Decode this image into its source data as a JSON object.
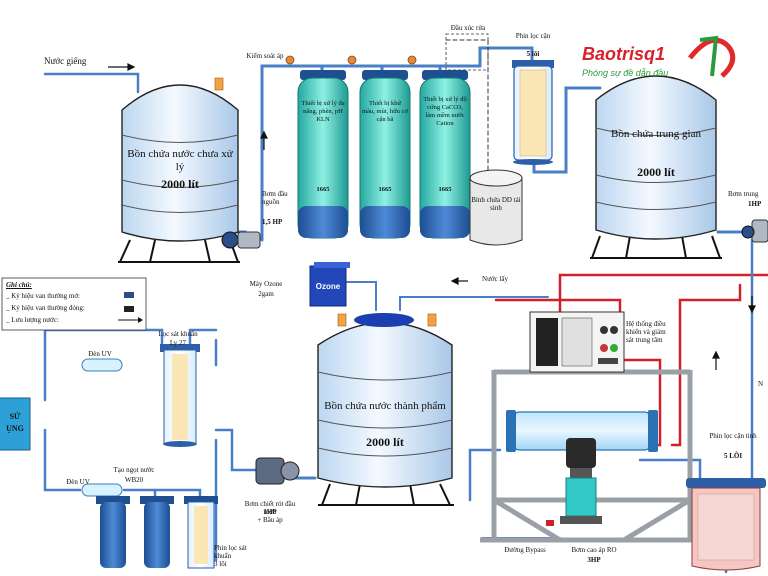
{
  "brand": {
    "name": "Baotrisq1",
    "slogan": "Phóng sự đề dẫn đầu"
  },
  "inputs": {
    "well_water": "Nước giếng",
    "pressure_check": "Kiểm soát áp",
    "backwash_head": "Đầu xúc rửa"
  },
  "tanks": {
    "raw": {
      "title": "Bồn chứa nước chưa xử lý",
      "capacity": "2000 lít"
    },
    "intermediate": {
      "title": "Bồn chứa trung gian",
      "capacity": "2000 lít"
    },
    "product": {
      "title": "Bồn chứa nước thành phẩm",
      "capacity": "2000 lít"
    }
  },
  "columns": [
    {
      "text": "Thiết bị xử lý đa năng, phèn, pH KLN",
      "code": "1665"
    },
    {
      "text": "Thiết bị khử màu, mùi, hữu cơ cặn bã",
      "code": "1665"
    },
    {
      "text": "Thiết bị xử lý độ cứng CaCO3, làm mềm nước Cation",
      "code": "1665"
    }
  ],
  "filters": {
    "f5_top": {
      "label": "Phin lọc cặn",
      "size": "5 lõi"
    },
    "f5_right": {
      "label": "Phin lọc cặn tinh",
      "size": "5 LÕI"
    },
    "f3_bottom": {
      "label": "Phin lọc sát khuẩn",
      "size": "3 lõi"
    }
  },
  "regeneration_tank": "Bình chứa DD tái sinh",
  "pumps": {
    "source": {
      "label": "Bơm đầu nguồn",
      "power": "1,5 HP"
    },
    "intermediate": {
      "label": "Bơm trung",
      "power": "1HP"
    },
    "outlet": {
      "label": "Bơm chiết rót đầu mơn",
      "power": "1HP",
      "extra": "+ Bầu áp"
    },
    "ro": {
      "label": "Bơm cao áp RO",
      "power": "3HP"
    }
  },
  "ozone": {
    "machine": "Máy Ozone",
    "capacity": "2gam",
    "box": "Ozone"
  },
  "waste_water": "Nước lấy",
  "control": "Hệ thống điều khiển và giám sát trung tâm",
  "bypass": "Đường Bypass",
  "uv": {
    "lamp1": "Đèn UV",
    "lamp2": "Đèn UV"
  },
  "sterilizer": {
    "label": "Lọc sát khuẩn",
    "size": "Ly 27"
  },
  "mineral": {
    "label": "Tạo ngọt nước",
    "model": "WB20"
  },
  "use_point": {
    "line1": "SỬ",
    "line2": "ỤNG"
  },
  "legend": {
    "title": "Ghi chú:",
    "items": [
      "_ Ký hiệu van thường mở:",
      "_ Ký hiệu van thường đóng:",
      "_ Lưu lượng nước:"
    ]
  },
  "misc": {
    "n_label": "N"
  }
}
